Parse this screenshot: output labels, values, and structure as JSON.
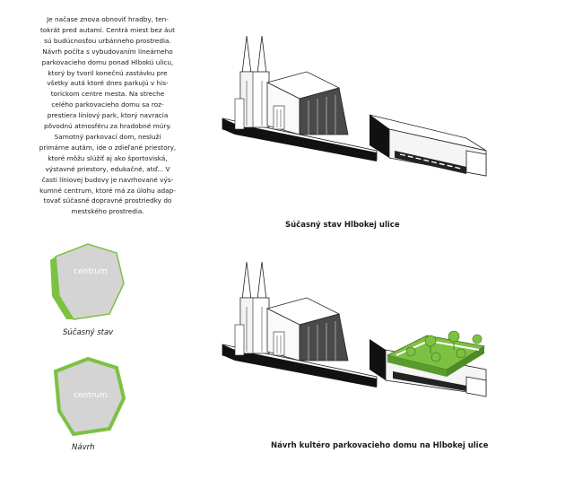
{
  "intro": {
    "lines": [
      "Je načase znova obnoviť hradby, ten-",
      "tokrát pred autami. Centrá miest bez áut",
      "sú budúcnosťou urbánneho prostredia.",
      "Návrh počíta s vybudovaním lineárneho",
      "parkovacieho domu ponad Hlbokú ulicu,",
      "ktorý by tvoril konečnú zastávku pre",
      "všetky autá ktoré dnes parkujú v his-",
      "torickom centre mesta. Na streche",
      "celého parkovacieho domu sa roz-",
      "prestiera líniový park, ktorý navracia",
      "pôvodnú atmosféru za hradobné múry.",
      "Samotný parkovací dom, nesluží",
      "primárne autám, ide o zdieľané priestory,",
      "ktoré môžu slúžiť aj ako športoviská,",
      "výstavné priestory, edukačné, atď... V",
      "časti líniovej budovy je navrhované výs-",
      "kumné centrum, ktoré má za úlohu adap-",
      "tovať súčasné dopravné prostriedky do",
      "mestského prostredia."
    ]
  },
  "diagram_top": {
    "caption": "Súčasný stav Hlbokej ulice"
  },
  "diagram_bottom": {
    "caption": "Návrh kultéro parkovacieho domu na Hlbokej ulice"
  },
  "map_current": {
    "label": "centrum",
    "caption": "Súčasný stav"
  },
  "map_proposal": {
    "label": "centrum",
    "caption": "Návrh"
  },
  "colors": {
    "accent_green": "#7dc142",
    "grey_fill": "#d4d4d4",
    "black": "#111111"
  }
}
